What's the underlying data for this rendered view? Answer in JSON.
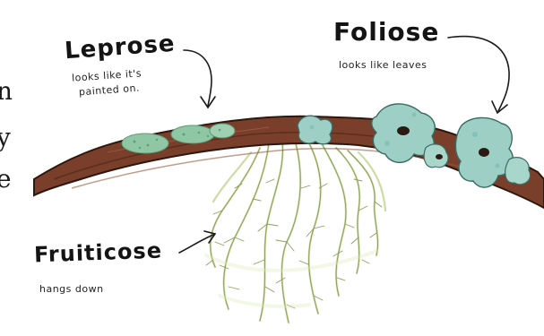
{
  "edge_letters": [
    "n",
    "y",
    "e"
  ],
  "labels": {
    "leprose": {
      "title": "Leprose",
      "subtitle_line1": "looks like it's",
      "subtitle_line2": "painted on."
    },
    "foliose": {
      "title": "Foliose",
      "subtitle": "looks like leaves"
    },
    "fruticose": {
      "title": "Fruiticose",
      "subtitle": "hangs down"
    }
  },
  "colors": {
    "branch": "#7a3f2a",
    "branch_dark": "#4a2316",
    "leprose_lichen": "#8fc7a4",
    "foliose_lichen": "#9ecfc4",
    "foliose_edge": "#5f9c93",
    "fruticose_lichen": "#d6e3a8",
    "ink": "#1a1a1a"
  }
}
